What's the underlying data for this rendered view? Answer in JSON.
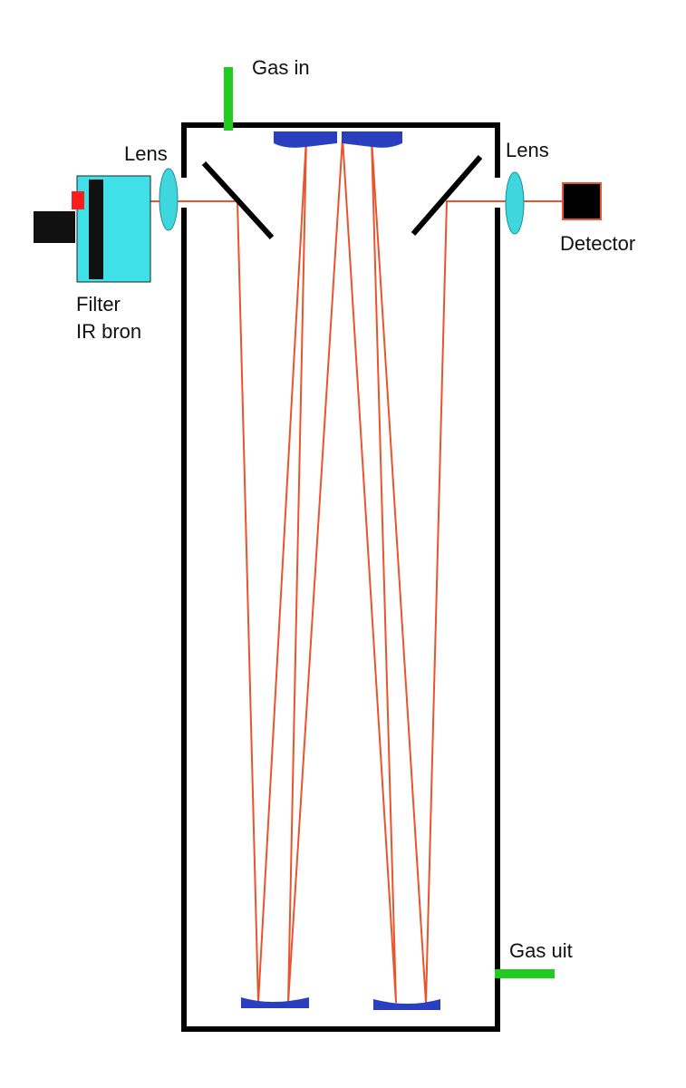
{
  "labels": {
    "gas_in": "Gas in",
    "lens_left": "Lens",
    "lens_right": "Lens",
    "detector": "Detector",
    "filter": "Filter",
    "ir_source": "IR bron",
    "gas_out": "Gas uit"
  },
  "colors": {
    "cell_wall": "#000000",
    "gas_pipe": "#1fcc1f",
    "beam": "#e8542c",
    "mirror": "#2a3fbf",
    "lens": "#3fd6de",
    "filter_box": "#3fe0e8",
    "source_red": "#ff1b1b",
    "detector": "#000000",
    "detector_border": "#e8542c"
  },
  "icons": {
    "source": "ir-source-icon",
    "filter": "filter-icon",
    "detector": "detector-icon",
    "lens": "lens-icon",
    "mirror": "mirror-icon"
  }
}
